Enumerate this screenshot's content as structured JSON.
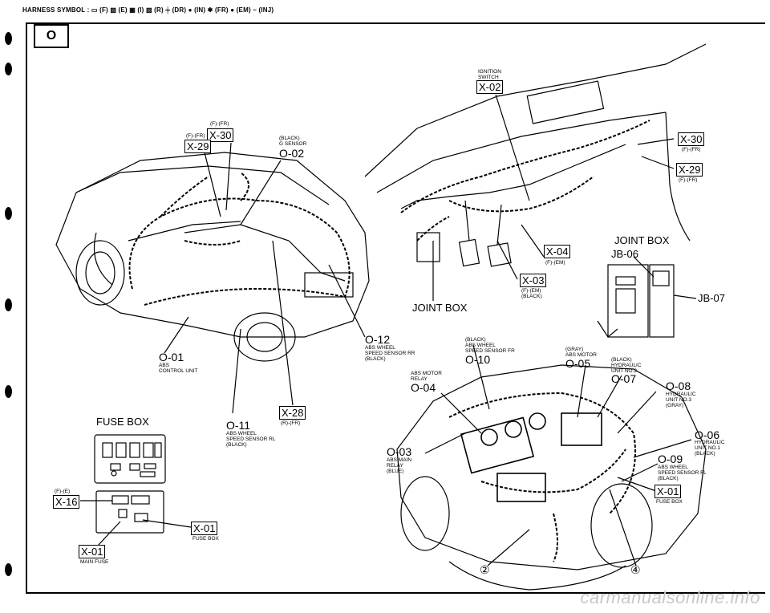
{
  "header": {
    "text": "HARNESS SYMBOL : ▭ (F) ▨ (E) ▦ (I) ▧ (R) ╪ (DR) ● (IN) ✱ (FR) ● (EM) ~ (INJ)"
  },
  "section_tab": "O",
  "left_diagram": {
    "connectors": [
      {
        "code": "X-30",
        "sub": "(F)-(FR)"
      },
      {
        "code": "X-29",
        "sub": "(F)-(FR)"
      },
      {
        "code": "O-02",
        "sub1": "(BLACK)",
        "sub2": "G SENSOR"
      },
      {
        "code": "O-01",
        "sub1": "ABS",
        "sub2": "CONTROL UNIT"
      },
      {
        "code": "O-12",
        "sub1": "ABS WHEEL",
        "sub2": "SPEED SENSOR RR",
        "sub3": "(BLACK)"
      },
      {
        "code": "X-28",
        "sub": "(R)-(FR)"
      },
      {
        "code": "O-11",
        "sub1": "ABS WHEEL",
        "sub2": "SPEED SENSOR RL",
        "sub3": "(BLACK)"
      }
    ],
    "fuse_box_title": "FUSE BOX",
    "fuse_connectors": [
      {
        "code": "X-16",
        "sub": "(F)-(E)"
      },
      {
        "code": "X-01",
        "sub": "FUSE BOX"
      },
      {
        "code": "X-01",
        "sub": "MAIN FUSE"
      }
    ]
  },
  "dash_diagram": {
    "ignition": {
      "label1": "IGNITION",
      "label2": "SWITCH",
      "code": "X-02"
    },
    "connectors": [
      {
        "code": "X-30",
        "sub": "(F)-(FR)"
      },
      {
        "code": "X-29",
        "sub": "(F)-(FR)"
      },
      {
        "code": "X-04",
        "sub": "(F)-(EM)"
      },
      {
        "code": "X-03",
        "sub1": "(F)-(EM)",
        "sub2": "(BLACK)"
      }
    ],
    "joint_box_left": "JOINT BOX",
    "joint_box_right": "JOINT BOX",
    "jb06": "JB-06",
    "jb07": "JB-07"
  },
  "engine_diagram": {
    "connectors": [
      {
        "code": "O-10",
        "sub1": "(BLACK)",
        "sub2": "ABS WHEEL",
        "sub3": "SPEED SENSOR FR"
      },
      {
        "code": "O-05",
        "sub1": "(GRAY)",
        "sub2": "ABS MOTOR"
      },
      {
        "code": "O-07",
        "sub1": "(BLACK)",
        "sub2": "HYDRAULIC",
        "sub3": "UNIT NO.2"
      },
      {
        "code": "O-04",
        "sub1": "ABS MOTOR",
        "sub2": "RELAY"
      },
      {
        "code": "O-08",
        "sub1": "HYDRAULIC",
        "sub2": "UNIT NO.3",
        "sub3": "(GRAY)"
      },
      {
        "code": "O-06",
        "sub1": "HYDRAULIC",
        "sub2": "UNIT NO.1",
        "sub3": "(BLACK)"
      },
      {
        "code": "O-09",
        "sub1": "ABS WHEEL",
        "sub2": "SPEED SENSOR FL",
        "sub3": "(BLACK)"
      },
      {
        "code": "O-03",
        "sub1": "ABS MAIN",
        "sub2": "RELAY",
        "sub3": "(BLUE)"
      },
      {
        "code": "X-01",
        "sub": "FUSE BOX"
      }
    ],
    "circle_markers": [
      "②",
      "④"
    ]
  },
  "watermark": "carmanualsonline.info"
}
